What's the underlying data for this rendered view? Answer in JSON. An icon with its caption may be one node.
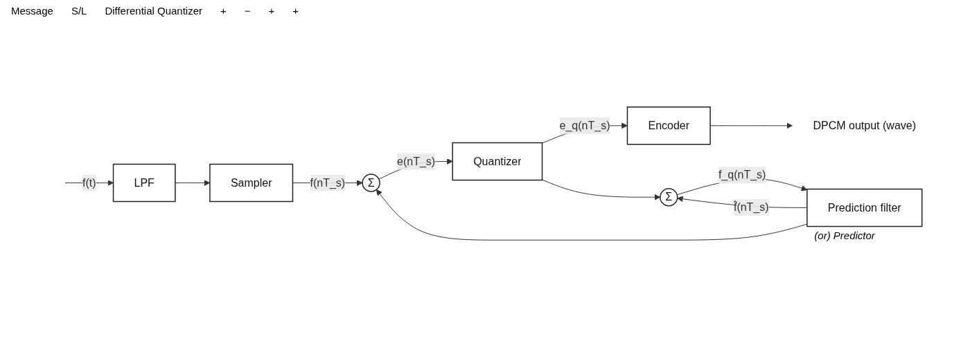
{
  "diagram": {
    "nodes": [
      {
        "text": [
          "LPF"
        ]
      },
      {
        "text": [
          "Sampler"
        ]
      },
      {
        "text": [
          "Σ"
        ]
      },
      {
        "text": [
          "Quantizer"
        ]
      },
      {
        "text": [
          "Encoder"
        ]
      },
      {
        "text": [
          "Σ"
        ]
      },
      {
        "text": [
          "Prediction filter"
        ],
        "beside": [
          "(or) Predictor"
        ]
      },
      {
        "text": [
          "DPCM output (wave)"
        ]
      }
    ],
    "edges": [
      {
        "from": null,
        "to": 0,
        "arrow": "to",
        "label": "f(t)"
      },
      {
        "from": 0,
        "to": 1,
        "arrow": "to"
      },
      {
        "from": 1,
        "to": 2,
        "arrow": "to",
        "label": "f(nT_s)"
      },
      {
        "from": 2,
        "to": 3,
        "arrow": "to",
        "label": "e(nT_s)"
      },
      {
        "from": 3,
        "to": 4,
        "arrow": "to",
        "label": "e_q(nT_s)"
      },
      {
        "from": 3,
        "to": 5,
        "arrow": "to"
      },
      {
        "from": 4,
        "to": 7,
        "arrow": "to"
      },
      {
        "from": 5,
        "to": 6,
        "arrow": "to",
        "label": "f_q(nT_s)"
      },
      {
        "from": 6,
        "to": 2,
        "arrow": "to"
      },
      {
        "from": 6,
        "to": 5,
        "arrow": "to",
        "label": "f̂(nT_s)"
      }
    ],
    "labels": [
      "Message",
      "S/L",
      "Differential Quantizer",
      "+",
      "−",
      "+",
      "+"
    ]
  }
}
